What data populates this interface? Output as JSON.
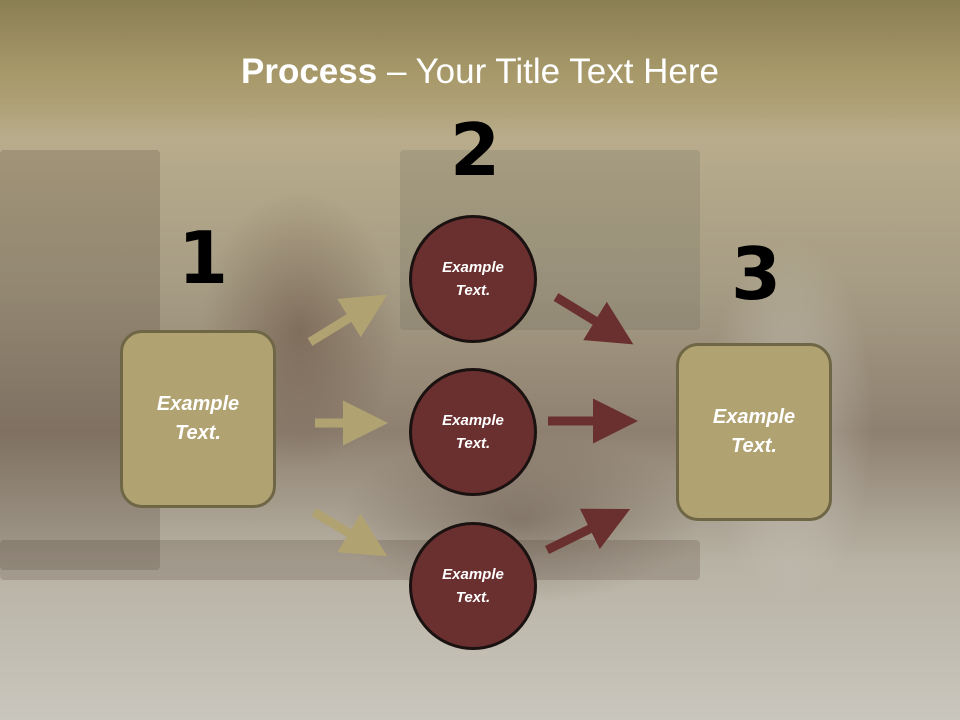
{
  "title": {
    "bold": "Process",
    "rest": " – Your Title Text Here"
  },
  "steps": {
    "one": {
      "number": "1",
      "text_line1": "Example",
      "text_line2": "Text."
    },
    "two": {
      "number": "2"
    },
    "three": {
      "number": "3",
      "text_line1": "Example",
      "text_line2": "Text."
    }
  },
  "circles": [
    {
      "line1": "Example",
      "line2": "Text."
    },
    {
      "line1": "Example",
      "line2": "Text."
    },
    {
      "line1": "Example",
      "line2": "Text."
    }
  ],
  "colors": {
    "box_fill": "#b1a272",
    "circle_fill": "#6a2f2f",
    "arrow_tan": "#b1a272",
    "arrow_maroon": "#6a2f2f"
  }
}
